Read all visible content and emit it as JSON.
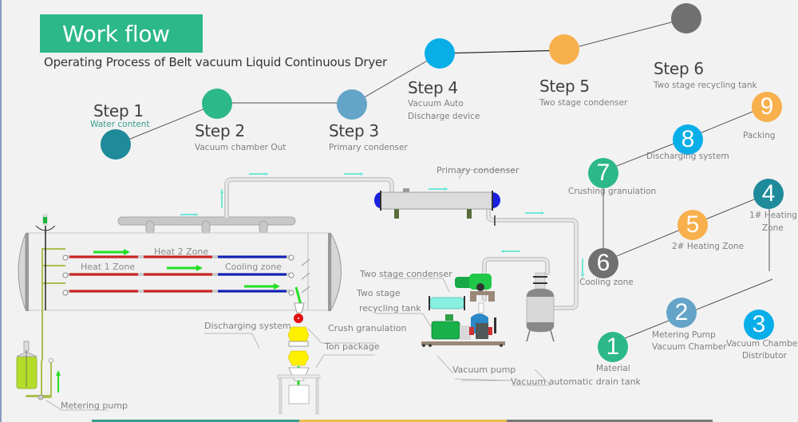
{
  "header": {
    "title": "Work flow",
    "subtitle": "Operating Process of Belt vacuum Liquid Continuous Dryer"
  },
  "colors": {
    "title_bg": "#2cb888",
    "step1": "#1e8a9a",
    "step2": "#2cb888",
    "step3": "#64a4c8",
    "step4": "#08aee8",
    "step5": "#f8b04c",
    "step6": "#707070",
    "heat_line": "#d02020",
    "cool_line": "#1020b8",
    "flow_arrow": "#22e022",
    "vapor_arrow": "#70e8d8"
  },
  "steps": [
    {
      "title": "Step 1",
      "sub": "Water content",
      "color": "#1e8a9a"
    },
    {
      "title": "Step 2",
      "sub": "Vacuum chamber  Out",
      "color": "#2cb888"
    },
    {
      "title": "Step 3",
      "sub": "Primary condenser",
      "color": "#64a4c8"
    },
    {
      "title": "Step 4",
      "sub_line1": "Vacuum Auto",
      "sub_line2": "Discharge device",
      "color": "#08aee8"
    },
    {
      "title": "Step 5",
      "sub": "Two stage condenser",
      "color": "#f8b04c"
    },
    {
      "title": "Step 6",
      "sub": "Two stage recycling tank",
      "color": "#707070"
    }
  ],
  "numbered": [
    {
      "num": "1",
      "label": "Material",
      "color": "#2cb888"
    },
    {
      "num": "2",
      "label_line1": "Metering Pump",
      "label_line2": "Vacuum Chamber",
      "color": "#64a4c8"
    },
    {
      "num": "3",
      "label_line1": "Vacuum Chamber",
      "label_line2": "Distributor",
      "color": "#08aee8"
    },
    {
      "num": "4",
      "label_line1": "1# Heating",
      "label_line2": "Zone",
      "color": "#1e8a9a"
    },
    {
      "num": "5",
      "label": "2# Heating Zone",
      "color": "#f8b04c"
    },
    {
      "num": "6",
      "label": "Cooling zone",
      "color": "#707070"
    },
    {
      "num": "7",
      "label": "Crushing granulation",
      "color": "#2cb888"
    },
    {
      "num": "8",
      "label": "Discharging system",
      "color": "#08aee8"
    },
    {
      "num": "9",
      "label": "Packing",
      "color": "#f8b04c"
    }
  ],
  "components": {
    "primary_condenser": "Primary condenser",
    "heat2_zone": "Heat 2 Zone",
    "heat1_zone": "Heat 1 Zone",
    "cooling_zone": "Cooling zone",
    "two_stage_condenser": "Two stage condenser",
    "two_stage_recycling_line1": "Two stage",
    "two_stage_recycling_line2": "recycling tank",
    "discharging_system": "Discharging system",
    "crush_granulation": "Crush granulation",
    "ton_package": "Ton package",
    "vacuum_pump": "Vacuum pump",
    "vacuum_drain_tank": "Vacuum automatic drain tank",
    "metering_pump": "Metering pump"
  },
  "footer_bar": [
    "#3a9e8e",
    "#e8c050",
    "#7a7a7a"
  ]
}
